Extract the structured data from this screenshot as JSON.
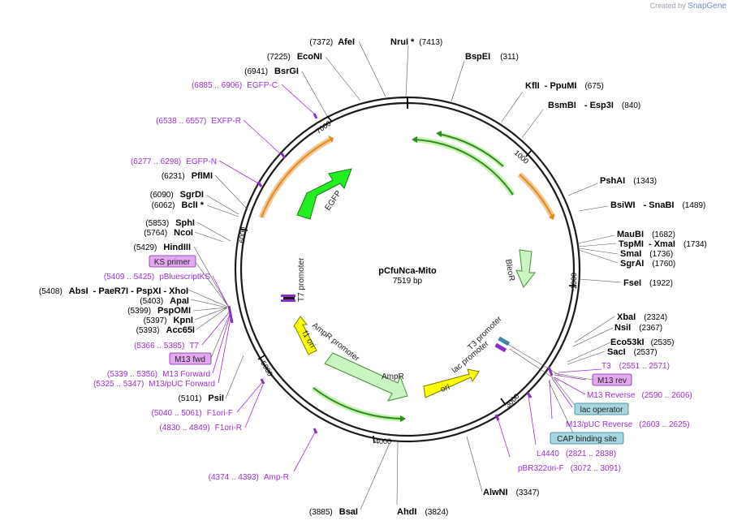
{
  "credit": {
    "prefix": "Created by",
    "brand": "SnapGene"
  },
  "plasmid": {
    "name": "pCfuNca-Mito",
    "size_label": "7519 bp"
  },
  "ticks": [
    "1000",
    "2000",
    "3000",
    "4000",
    "5000",
    "6000",
    "7000"
  ],
  "features": {
    "egfp": "EGFP",
    "bleor": "BleoR",
    "ampr": "AmpR",
    "ori_lac": "ori",
    "f1ori": "f1 ori",
    "t7_promoter": "T7 promoter",
    "t3_promoter": "T3 promoter",
    "lac_promoter": "lac promoter",
    "ampr_promoter": "AmpR promoter"
  },
  "sites_right": [
    {
      "name": "NruI *",
      "pos": "(7413)"
    },
    {
      "name": "BspEI",
      "pos": "(311)"
    },
    {
      "name": "KflI",
      "extra": "- PpuMI",
      "pos": "(675)"
    },
    {
      "name": "BsmBI",
      "extra": "- Esp3I",
      "pos": "(840)"
    },
    {
      "name": "PshAI",
      "pos": "(1343)"
    },
    {
      "name": "BsiWI",
      "extra": "- SnaBI",
      "pos": "(1489)"
    },
    {
      "name": "MauBI",
      "pos": "(1682)"
    },
    {
      "name": "TspMI",
      "extra": "- XmaI",
      "pos": "(1734)"
    },
    {
      "name": "SmaI",
      "pos": "(1736)"
    },
    {
      "name": "SgrAI",
      "pos": "(1760)"
    },
    {
      "name": "FseI",
      "pos": "(1922)"
    },
    {
      "name": "XbaI",
      "pos": "(2324)"
    },
    {
      "name": "NsiI",
      "pos": "(2367)"
    },
    {
      "name": "Eco53kI",
      "pos": "(2535)"
    },
    {
      "name": "SacI",
      "pos": "(2537)"
    }
  ],
  "sites_left": [
    {
      "name": "AfeI",
      "pos": "(7372)"
    },
    {
      "name": "EcoNI",
      "pos": "(7225)"
    },
    {
      "name": "BsrGI",
      "pos": "(6941)"
    },
    {
      "name": "PflMI",
      "pos": "(6231)"
    },
    {
      "name": "SgrDI",
      "pos": "(6090)"
    },
    {
      "name": "BclI *",
      "pos": "(6062)"
    },
    {
      "name": "SphI",
      "pos": "(5853)"
    },
    {
      "name": "NcoI",
      "pos": "(5764)"
    },
    {
      "name": "HindIII",
      "pos": "(5429)"
    },
    {
      "name": "AbsI",
      "extra": "- PaeR7I - PspXI - XhoI",
      "pos": "(5408)"
    },
    {
      "name": "ApaI",
      "pos": "(5403)"
    },
    {
      "name": "PspOMI",
      "pos": "(5399)"
    },
    {
      "name": "KpnI",
      "pos": "(5397)"
    },
    {
      "name": "Acc65I",
      "pos": "(5393)"
    },
    {
      "name": "PsiI",
      "pos": "(5101)"
    }
  ],
  "sites_bottom": [
    {
      "name": "AlwNI",
      "pos": "(3347)"
    },
    {
      "name": "AhdI",
      "pos": "(3824)"
    },
    {
      "name": "BsaI",
      "pos": "(3885)"
    }
  ],
  "primers_left": [
    {
      "range": "(6885 .. 6906)",
      "name": "EGFP-C"
    },
    {
      "range": "(6538 .. 6557)",
      "name": "EXFP-R"
    },
    {
      "range": "(6277 .. 6298)",
      "name": "EGFP-N"
    },
    {
      "range": "(5409 .. 5425)",
      "name": "pBluescriptKS"
    },
    {
      "range": "(5366 .. 5385)",
      "name": "T7"
    },
    {
      "range": "(5339 .. 5356)",
      "name": "M13 Forward"
    },
    {
      "range": "(5325 .. 5347)",
      "name": "M13/pUC Forward"
    },
    {
      "range": "(5040 .. 5061)",
      "name": "F1ori-F"
    },
    {
      "range": "(4830 .. 4849)",
      "name": "F1ori-R"
    },
    {
      "range": "(4374 .. 4393)",
      "name": "Amp-R"
    }
  ],
  "primers_right": [
    {
      "name": "T3",
      "range": "(2551 .. 2571)"
    },
    {
      "name": "M13 Reverse",
      "range": "(2590 .. 2606)"
    },
    {
      "name": "M13/pUC Reverse",
      "range": "(2603 .. 2625)"
    },
    {
      "name": "L4440",
      "range": "(2821 .. 2838)"
    },
    {
      "name": "pBR322ori-F",
      "range": "(3072 .. 3091)"
    }
  ],
  "boxes": {
    "ks_primer": "KS primer",
    "m13_fwd": "M13 fwd",
    "m13_rev": "M13 rev",
    "lac_operator": "lac operator",
    "cap_site": "CAP binding site"
  }
}
